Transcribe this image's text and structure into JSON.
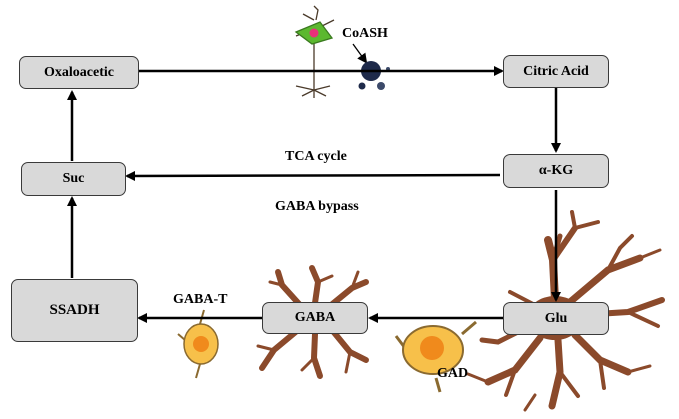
{
  "nodes": {
    "oxaloacetic": "Oxaloacetic",
    "citric_acid": "Citric Acid",
    "akg": "α-KG",
    "suc": "Suc",
    "ssadh": "SSADH",
    "gaba": "GABA",
    "glu": "Glu"
  },
  "labels": {
    "coash": "CoASH",
    "tca_cycle": "TCA cycle",
    "gaba_bypass": "GABA bypass",
    "gaba_t": "GABA-T",
    "gad": "GAD"
  },
  "colors": {
    "box_fill": "#d9d9d9",
    "arrow": "#000000",
    "neuron_brown": "#8b4a2b",
    "neuron_orange": "#f7c04a",
    "neuron_green": "#5cb82f",
    "molecule_navy": "#1e2a4a"
  },
  "icons": [
    "neuron-icon",
    "coash-molecule-icon",
    "astrocyte-icon",
    "interneuron-icon"
  ]
}
